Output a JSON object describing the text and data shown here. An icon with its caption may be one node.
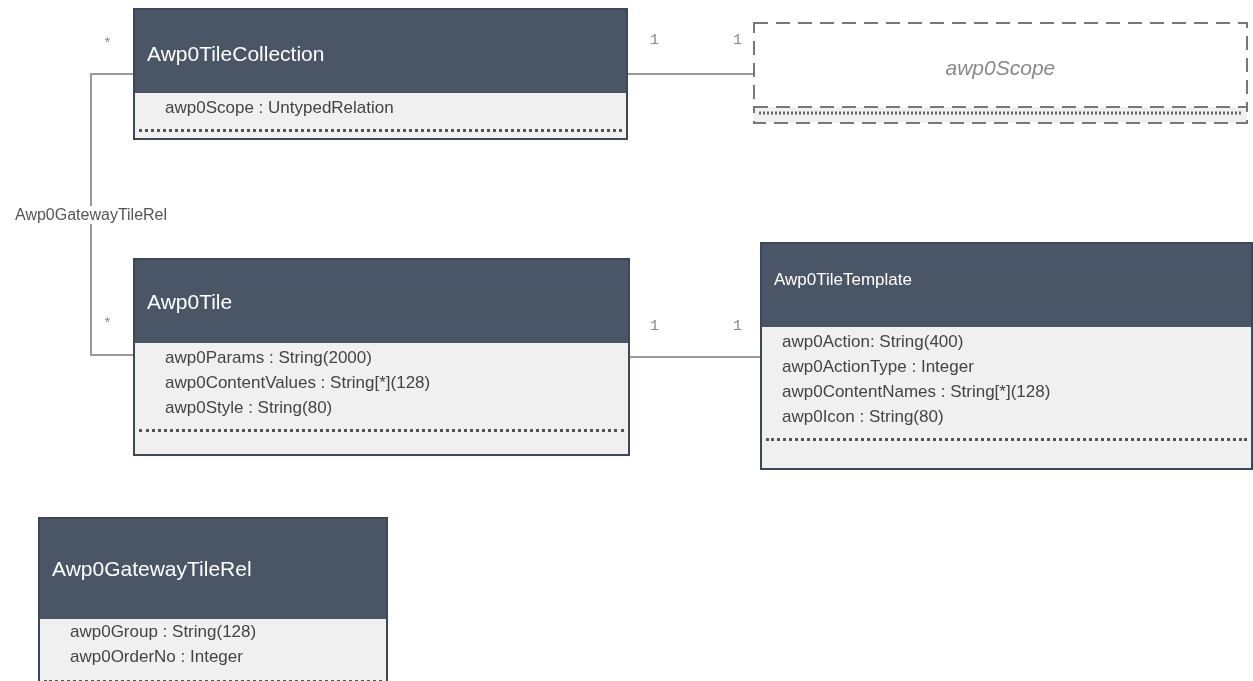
{
  "diagram": {
    "nodes": [
      {
        "text": [
          "Awp0TileCollection",
          "awp0Scope : UntypedRelation"
        ]
      },
      {
        "text": [
          "awp0Scope"
        ]
      },
      {
        "text": [
          "Awp0Tile",
          "awp0Params : String(2000)",
          "awp0ContentValues : String[*](128)",
          "awp0Style : String(80)"
        ]
      },
      {
        "text": [
          "Awp0TileTemplate",
          "awp0Action: String(400)",
          "awp0ActionType : Integer",
          "awp0ContentNames : String[*](128)",
          "awp0Icon : String(80)"
        ]
      },
      {
        "text": [
          "Awp0GatewayTileRel",
          "awp0Group : String(128)",
          "awp0OrderNo : Integer"
        ]
      }
    ],
    "edges": [
      {
        "from": 0,
        "to": 1,
        "arrow": "none"
      },
      {
        "from": 0,
        "to": 2,
        "arrow": "none",
        "label": "Awp0GatewayTileRel"
      },
      {
        "from": 2,
        "to": 3,
        "arrow": "none"
      }
    ],
    "labels": [
      "*",
      "1",
      "1",
      "*",
      "1",
      "1"
    ]
  }
}
